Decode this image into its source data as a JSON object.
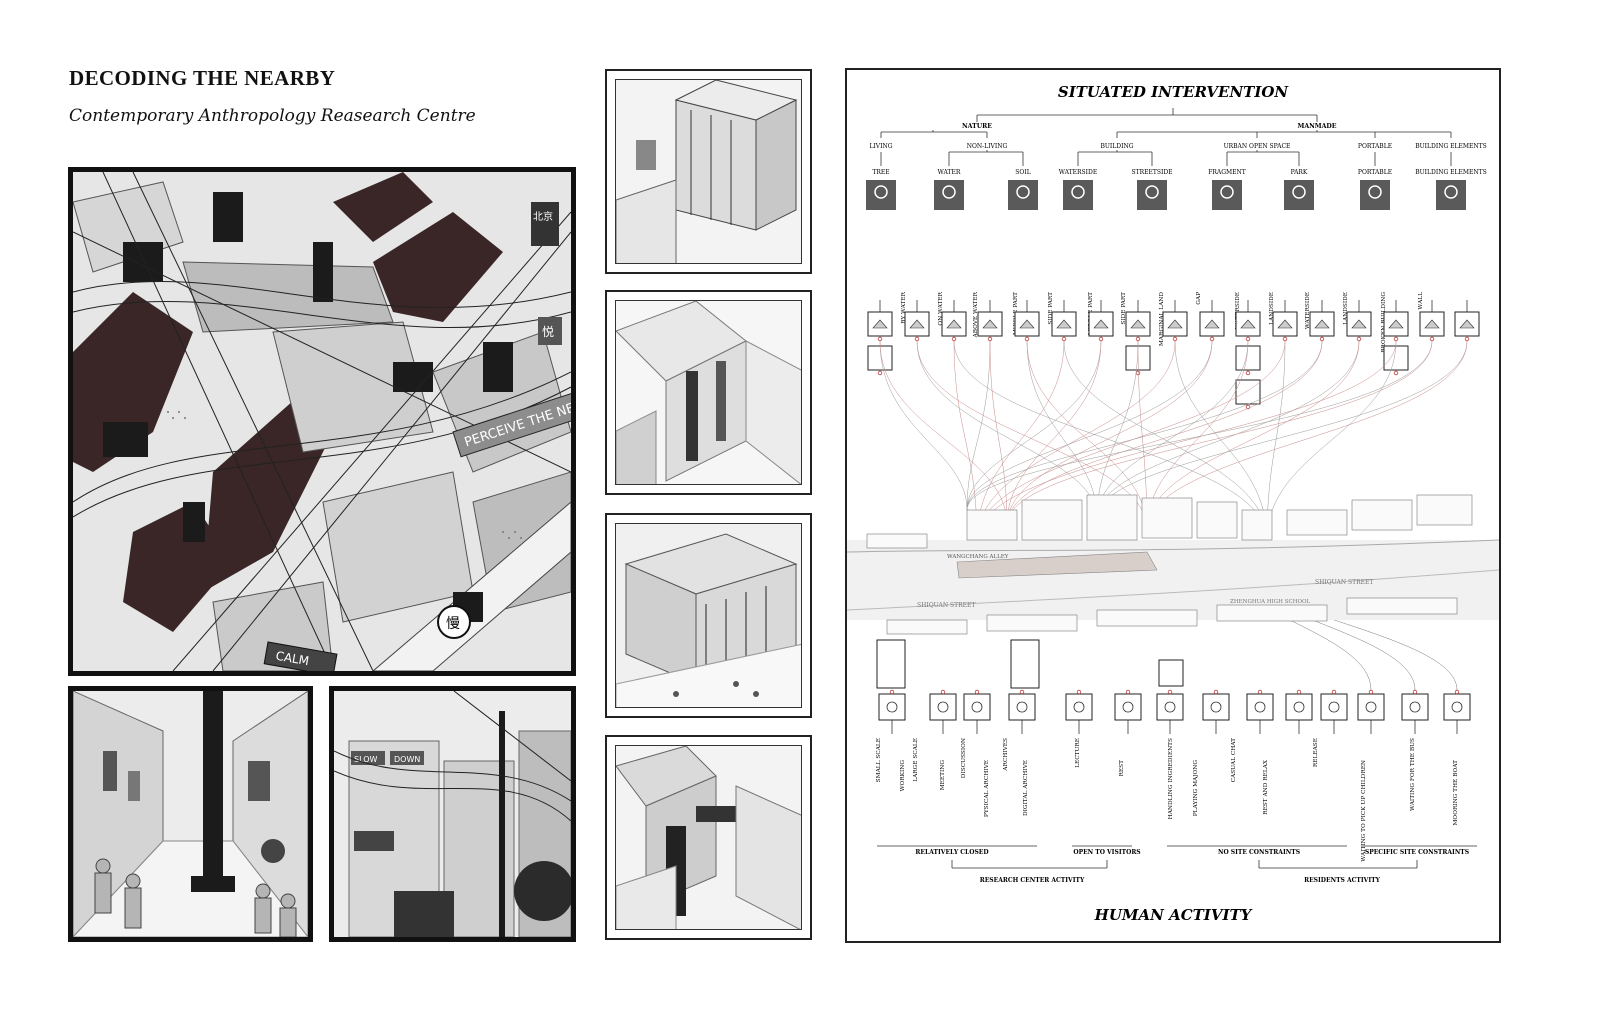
{
  "header": {
    "title": "DECODING THE NEARBY",
    "subtitle": "Contemporary Anthropology Reasearch Centre"
  },
  "collage": {
    "signs": [
      "PERCEIVE THE NEARBY",
      "CALM",
      "慢",
      "北京",
      "悦"
    ],
    "street_signs": [
      "SLOW",
      "DOWN"
    ]
  },
  "diagram": {
    "top_title": "SITUATED INTERVENTION",
    "bottom_title": "HUMAN ACTIVITY",
    "level1": [
      "NATURE",
      "MANMADE"
    ],
    "level2": [
      "LIVING",
      "NON-LIVING",
      "BUILDING",
      "URBAN OPEN SPACE",
      "PORTABLE",
      "BUILDING ELEMENTS"
    ],
    "level3": [
      "TREE",
      "WATER",
      "SOIL",
      "WATERSIDE",
      "STREETSIDE",
      "FRAGMENT",
      "PARK",
      "PORTABLE",
      "BUILDING ELEMENTS"
    ],
    "sub_labels": [
      "BY WATER",
      "ON WATER",
      "ABOVE WATER",
      "MIDDLE PART",
      "SIDE PART",
      "MIDDLE PART",
      "SIDE PART",
      "MARGINAL LAND",
      "GAP",
      "WATERSIDE",
      "LANDSIDE",
      "WATERSIDE",
      "LANDSIDE",
      "BROKEN BUILDING",
      "WALL"
    ],
    "map_labels": [
      "WANGCHANG ALLEY",
      "SHIQUAN STREET",
      "SHIQUAN STREET",
      "ZHENGHUA HIGH SCHOOL"
    ],
    "activities": [
      "SMALL SCALE",
      "WORKING",
      "LARGE SCALE",
      "MEETING",
      "DISCUSSION",
      "PYSICAL ARCHIVE",
      "ARCHIVES",
      "DIGITAL ARCHIVE",
      "LECTURE",
      "REST",
      "HANDLING INGREDIENTS",
      "PLAYING MAJONG",
      "CASUAL CHAT",
      "REST AND RELAX",
      "RELEASE",
      "WAITING TO PICK UP CHILDREN",
      "WAITING FOR THE BUS",
      "MOORING THE BOAT"
    ],
    "groups": [
      "RELATIVELY CLOSED",
      "OPEN TO VISITORS",
      "NO SITE CONSTRAINTS",
      "SPECIFIC SITE CONSTRAINTS"
    ],
    "groups2": [
      "RESEARCH CENTER ACTIVITY",
      "RESIDENTS ACTIVITY"
    ]
  },
  "colors": {
    "ink": "#111111",
    "dark_brown": "#3a2626",
    "accent_red": "#c23a3a",
    "gray": "#8a8a8a"
  }
}
